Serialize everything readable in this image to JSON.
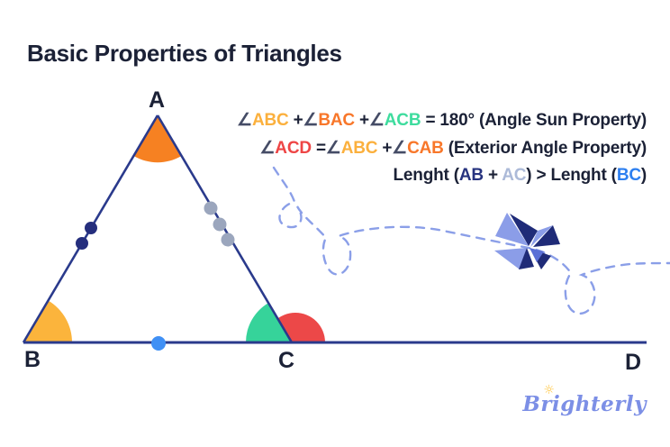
{
  "title": "Basic Properties of Triangles",
  "triangle": {
    "labels": {
      "a": "A",
      "b": "B",
      "c": "C",
      "d": "D"
    }
  },
  "formulas": {
    "angle_sum": [
      {
        "t": "∠",
        "c": "#454C66"
      },
      {
        "t": "ABC",
        "c": "#FBB03D"
      },
      {
        "t": " +",
        "c": "#1B2136"
      },
      {
        "t": "∠",
        "c": "#454C66"
      },
      {
        "t": "BAC",
        "c": "#F8772A"
      },
      {
        "t": " +",
        "c": "#1B2136"
      },
      {
        "t": "∠",
        "c": "#454C66"
      },
      {
        "t": "ACB",
        "c": "#3EDC9E"
      },
      {
        "t": " = 180° (Angle Sun Property)",
        "c": "#1B2136"
      }
    ],
    "exterior_angle": [
      {
        "t": "∠",
        "c": "#454C66"
      },
      {
        "t": "ACD",
        "c": "#EE4545"
      },
      {
        "t": " =",
        "c": "#1B2136"
      },
      {
        "t": "∠",
        "c": "#454C66"
      },
      {
        "t": "ABC",
        "c": "#FBB03D"
      },
      {
        "t": " +",
        "c": "#1B2136"
      },
      {
        "t": "∠",
        "c": "#454C66"
      },
      {
        "t": "CAB",
        "c": "#F8772A"
      },
      {
        "t": " (Exterior Angle Property)",
        "c": "#1B2136"
      }
    ],
    "triangle_inequality": [
      {
        "t": "Lenght (",
        "c": "#1B2136"
      },
      {
        "t": "AB",
        "c": "#27337F"
      },
      {
        "t": " + ",
        "c": "#1B2136"
      },
      {
        "t": "AC",
        "c": "#ACBAD8"
      },
      {
        "t": ") > Lenght (",
        "c": "#1B2136"
      },
      {
        "t": "BC",
        "c": "#2D7FF0"
      },
      {
        "t": ")",
        "c": "#1B2136"
      }
    ]
  },
  "logo": {
    "text": "Brighterly",
    "sun_icon": "☼"
  },
  "colors": {
    "text_dark": "#1B2136",
    "triangle_line": "#2A3A8C",
    "angle_a_fill": "#F68122",
    "angle_b_fill": "#FBB43C",
    "angle_c_interior_fill": "#36D39A",
    "angle_c_exterior_fill": "#EC4848",
    "midpoint_dot": "#4090F5",
    "side_ab_dot": "#252E7D",
    "side_ac_dot": "#9BA6BD",
    "trail": "#8B9FE8",
    "butterfly_light": "#8B9DE8",
    "butterfly_dark": "#1F2B78",
    "butterfly_mid": "#5A6FD6",
    "logo_color": "#7C8FE6",
    "logo_sun": "#FFC43A"
  }
}
